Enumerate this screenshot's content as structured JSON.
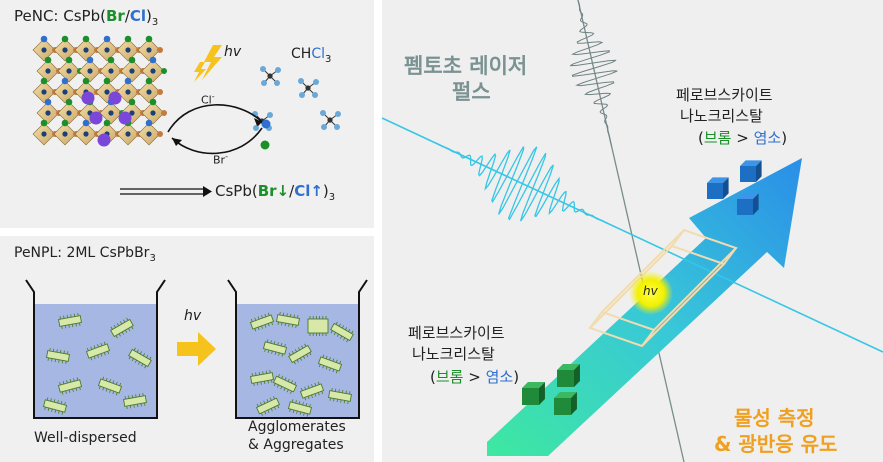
{
  "panel1": {
    "title_prefix": "PeNC: CsPb(",
    "title_br": "Br",
    "title_slash": "/",
    "title_cl": "Cl",
    "title_suffix": ")",
    "title_sub": "3",
    "hv": "hv",
    "chcl3_prefix": "CH",
    "chcl3_cl": "Cl",
    "chcl3_sub": "3",
    "cl_ion": "Cl",
    "br_ion": "Br",
    "ion_sup": "-",
    "product_prefix": "CsPb(",
    "product_br": "Br↓",
    "product_slash": "/",
    "product_cl": "Cl↑",
    "product_suffix": ")",
    "product_sub": "3"
  },
  "panel2": {
    "title": "PeNPL: 2ML CsPbBr",
    "title_sub": "3",
    "hv": "hv",
    "left_caption": "Well-dispersed",
    "right_caption_1": "Agglomerates",
    "right_caption_2": "& Aggregates"
  },
  "panel3": {
    "laser_line1": "펨토초 레이저",
    "laser_line2": "펄스",
    "top_label_1": "페로브스카이트",
    "top_label_2": "나노크리스탈",
    "top_paren_open": "(",
    "top_br": "브롬",
    "top_gt": " > ",
    "top_cl": "염소",
    "top_paren_close": ")",
    "bottom_label_1": "페로브스카이트",
    "bottom_label_2": "나노크리스탈",
    "bottom_paren_open": "(",
    "bottom_br": "브롬",
    "bottom_gt": " > ",
    "bottom_cl": "염소",
    "bottom_paren_close": ")",
    "hv": "hv",
    "measure_line1": "물성 측정",
    "measure_line2": "& 광반응 유도"
  },
  "colors": {
    "bromine_green": "#1a8f2a",
    "chlorine_blue": "#2f6fd0",
    "laser_cyan": "#36c6e6",
    "laser_gray": "#7a8c8c",
    "measure_orange": "#f0a020",
    "arrow_blue": "#2a9be8",
    "arrow_green": "#3ee8a0",
    "solution_blue": "#a7b7e3"
  }
}
